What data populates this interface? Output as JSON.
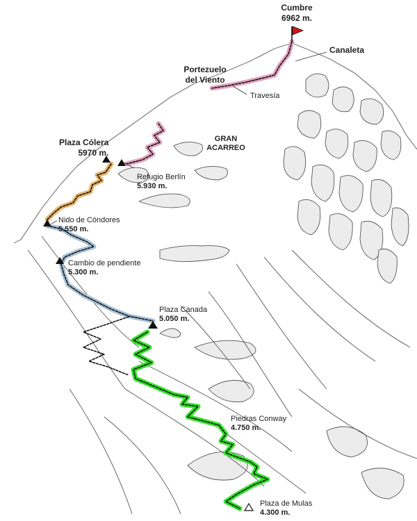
{
  "map": {
    "summit": {
      "name": "Cumbre",
      "altitude": "6962 m."
    },
    "labels": {
      "canaleta": "Canaleta",
      "portezuelo_line1": "Portezuelo",
      "portezuelo_line2": "del Viento",
      "travesia": "Travesía",
      "gran_acarreo_line1": "GRAN",
      "gran_acarreo_line2": "ACARREO"
    },
    "camps": [
      {
        "name": "Plaza Cólera",
        "altitude": "5970 m."
      },
      {
        "name": "Refugio Berlín",
        "altitude": "5.930 m."
      },
      {
        "name": "Nido de Cóndores",
        "altitude": "5.550 m."
      },
      {
        "name": "Cambio de pendiente",
        "altitude": "5.300 m."
      },
      {
        "name": "Plaza Canada",
        "altitude": "5.050 m."
      },
      {
        "name": "Piedras Conway",
        "altitude": "4.750 m."
      },
      {
        "name": "Plaza de Mulas",
        "altitude": "4.300 m."
      }
    ],
    "route_colors": {
      "summit_section": "#e3a4c0",
      "upper_section": "#e8b36a",
      "middle_section": "#a9c2d6",
      "lower_section": "#33e02a",
      "alternate": "#222222"
    }
  }
}
